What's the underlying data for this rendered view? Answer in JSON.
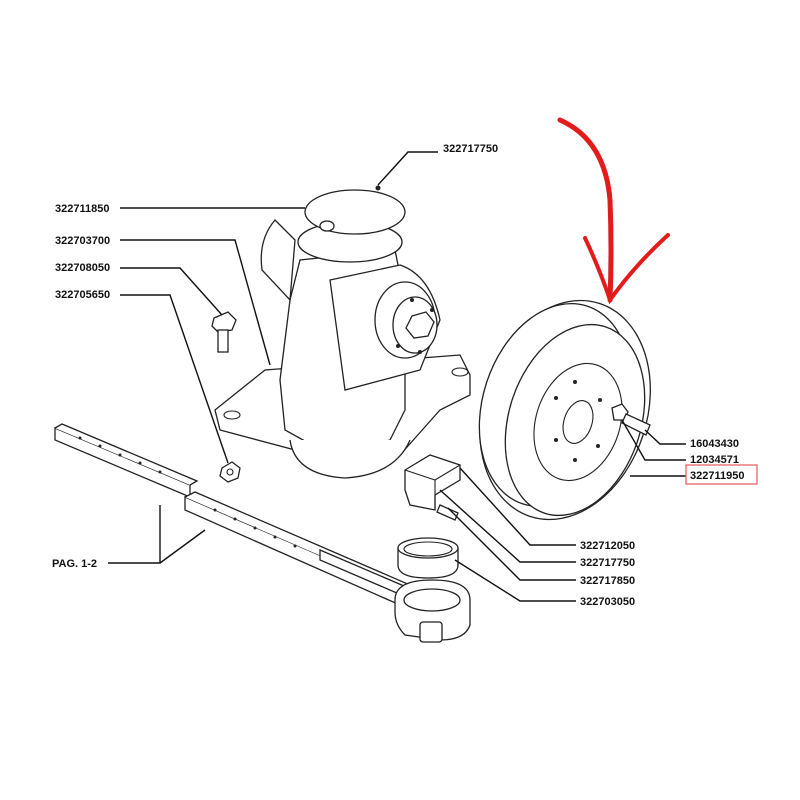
{
  "diagram": {
    "labels": {
      "grease_nipple_top": "322717750",
      "cover": "322711850",
      "housing": "322703700",
      "bolt": "322708050",
      "nut": "322705650",
      "page_ref": "PAG. 1-2",
      "screw": "16043430",
      "washer": "12034571",
      "pulley": "322711950",
      "bracket": "322712050",
      "grease_nipple_bracket": "322717750",
      "pin": "322717850",
      "bushing": "322703050"
    },
    "highlighted_part": "322711950",
    "highlight_color": "#e05a5a",
    "arrow_color": "#e31b1b"
  }
}
